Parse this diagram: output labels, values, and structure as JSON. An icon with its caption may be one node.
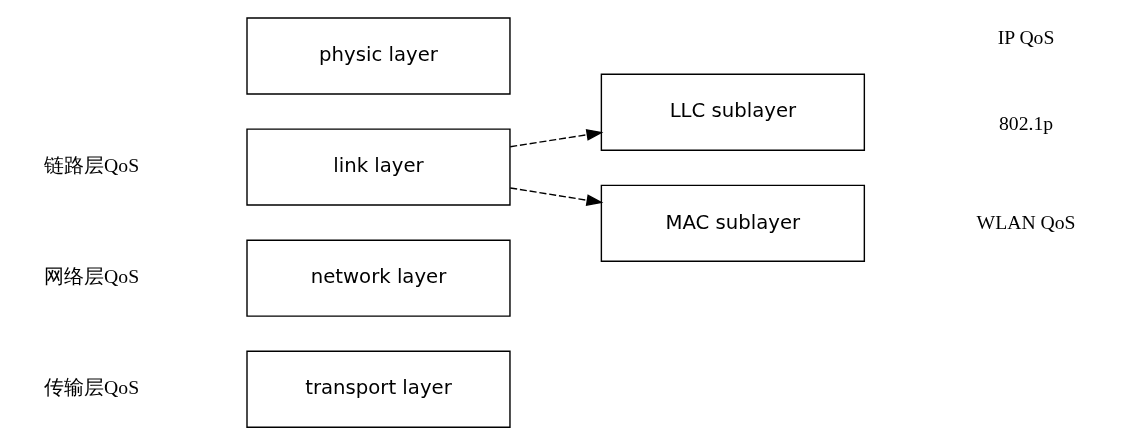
{
  "diagram": {
    "nodes": [
      {
        "text": [
          "transport layer"
        ]
      },
      {
        "text": [
          "network layer"
        ]
      },
      {
        "text": [
          "LLC sublayer"
        ]
      },
      {
        "text": [
          "link layer"
        ]
      },
      {
        "text": [
          "MAC sublayer"
        ]
      },
      {
        "text": [
          "physic layer"
        ]
      }
    ],
    "edges": [
      {
        "from": 3,
        "to": 2,
        "arrow": "to",
        "style": "dashed"
      },
      {
        "from": 3,
        "to": 4,
        "arrow": "to",
        "style": "dashed"
      }
    ],
    "labels": [
      "传输层QoS",
      "网络层QoS",
      "IP QoS",
      "802.1p",
      "链路层QoS",
      "WLAN QoS"
    ]
  }
}
